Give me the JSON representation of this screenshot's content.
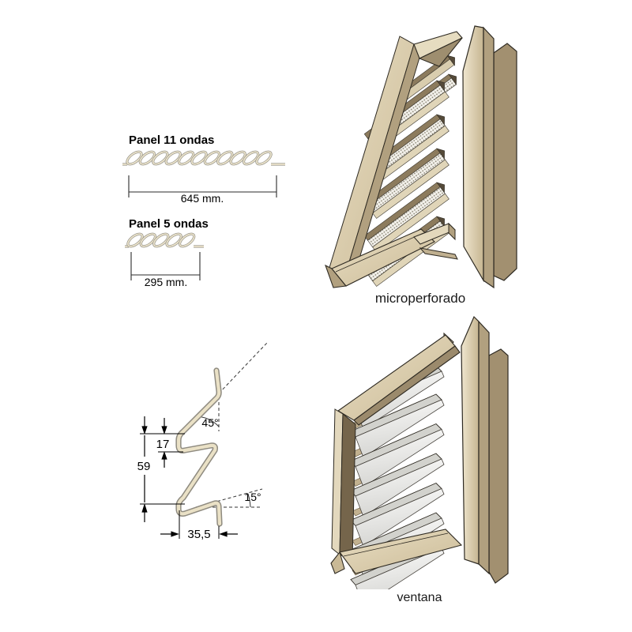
{
  "figure": {
    "panel_11": {
      "title": "Panel 11 ondas",
      "dimension": "645 mm.",
      "waves": 11
    },
    "panel_5": {
      "title": "Panel 5 ondas",
      "dimension": "295 mm.",
      "waves": 5
    },
    "profile": {
      "angle_top": "45°",
      "height_small": "17",
      "height_total": "59",
      "angle_bottom": "15°",
      "width": "35,5"
    },
    "views": {
      "microperforado": "microperforado",
      "ventana": "ventana"
    }
  },
  "colors": {
    "outline": "#2e2a22",
    "cream_light": "#efe6cf",
    "cream": "#e0d5b8",
    "tan": "#b1a07f",
    "tan_dark": "#8c7b5d",
    "brown": "#75654b",
    "back_panel": "#a29070",
    "tip_dark": "#554a39",
    "blade_grey": "#d2d2cd",
    "blade_white": "#fbfbfa",
    "wedge": "#c2b18f",
    "wave_outline": "#99968c",
    "wave_fill": "#ece4cb",
    "profile_outline": "#8f8b80",
    "profile_fill": "#eae1c6",
    "dimension": "#000000"
  }
}
